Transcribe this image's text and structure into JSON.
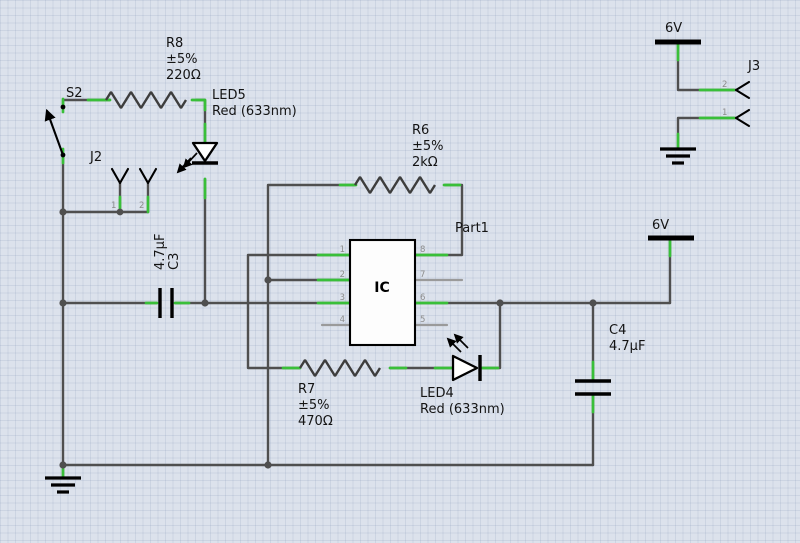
{
  "components": {
    "s2": {
      "ref": "S2"
    },
    "r8": {
      "ref": "R8",
      "tolerance": "±5%",
      "value": "220Ω"
    },
    "led5": {
      "ref": "LED5",
      "value": "Red (633nm)"
    },
    "j2": {
      "ref": "J2",
      "pins": [
        "1",
        "2"
      ]
    },
    "c3": {
      "ref": "C3",
      "value": "4.7µF"
    },
    "ic": {
      "name": "IC",
      "designator": "Part1",
      "left_pins": [
        "1",
        "2",
        "3",
        "4"
      ],
      "right_pins": [
        "8",
        "7",
        "6",
        "5"
      ]
    },
    "r6": {
      "ref": "R6",
      "tolerance": "±5%",
      "value": "2kΩ"
    },
    "r7": {
      "ref": "R7",
      "tolerance": "±5%",
      "value": "470Ω"
    },
    "led4": {
      "ref": "LED4",
      "value": "Red (633nm)"
    },
    "c4": {
      "ref": "C4",
      "value": "4.7µF"
    },
    "j3": {
      "ref": "J3",
      "pins": [
        "2",
        "1"
      ]
    },
    "power_top": {
      "label": "6V"
    },
    "power_mid": {
      "label": "6V"
    }
  },
  "colors": {
    "background": "#dce2ec",
    "grid": "#c7cfdd",
    "wire": "#4f4f4f",
    "connected_terminal": "#39bf39",
    "unconnected_stub": "#9a9a9a",
    "symbol": "#000000"
  }
}
